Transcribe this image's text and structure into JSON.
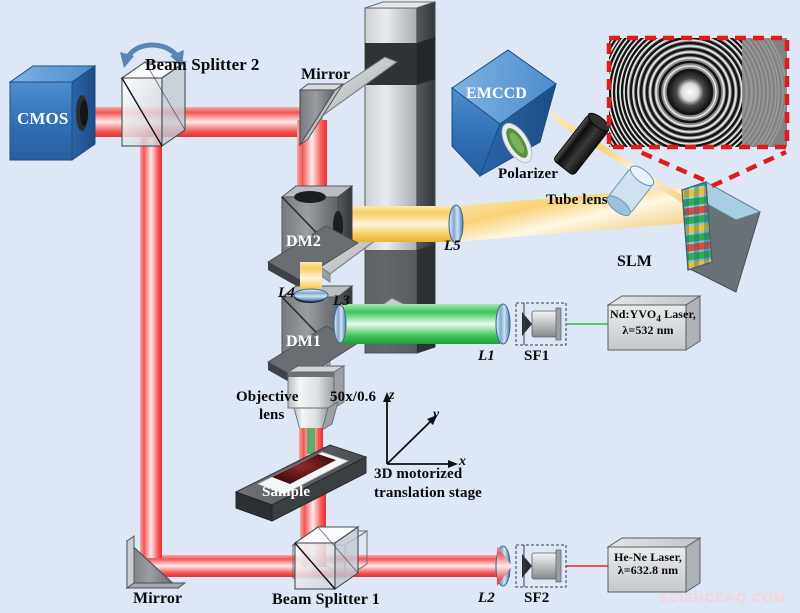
{
  "figure": {
    "title": "Optical setup schematic: dual-wavelength holographic microscope",
    "background_color": "#dee7f5",
    "watermark": "SCIENCEAQ.COM"
  },
  "components": {
    "cmos": "CMOS",
    "emccd": "EMCCD",
    "beam_splitter_2": "Beam Splitter 2",
    "beam_splitter_1": "Beam Splitter 1",
    "mirror_top": "Mirror",
    "mirror_bottom": "Mirror",
    "dm2": "DM2",
    "dm1": "DM1",
    "polarizer": "Polarizer",
    "tube_lens": "Tube lens",
    "slm": "SLM",
    "objective_lens": "Objective\nlens",
    "objective_lens_line1": "Objective",
    "objective_lens_line2": "lens",
    "objective_spec": "50x/0.6",
    "sample": "Sample",
    "stage_line1": "3D motorized",
    "stage_line2": "translation stage"
  },
  "lenses": {
    "l1": "L1",
    "l2": "L2",
    "l3": "L3",
    "l4": "L4",
    "l5": "L5"
  },
  "spatial_filters": {
    "sf1": "SF1",
    "sf2": "SF2"
  },
  "lasers": [
    {
      "id": "green-laser",
      "name": "Nd:YVO",
      "subscript": "4",
      "name_tail": " Laser,",
      "wavelength": "λ=532 nm",
      "beam_color": "#2fbb4a"
    },
    {
      "id": "red-laser",
      "name": "He-Ne Laser,",
      "subscript": "",
      "name_tail": "",
      "wavelength": "λ=632.8 nm",
      "beam_color": "#f02020"
    }
  ],
  "axes": {
    "z": "z",
    "y": "y",
    "x": "x"
  },
  "inset": {
    "name": "slm-hologram-pattern",
    "description": "Fresnel zone plate hologram displayed on SLM",
    "border_color": "#e01b1b",
    "border_style": "dashed"
  },
  "colors": {
    "background": "#dee7f5",
    "red_beam": "#f23b3b",
    "green_beam": "#3cc152",
    "yellow_beam": "#f7c54a",
    "camera_blue": "#3a7fc4",
    "metal_grey": "#8c8f93",
    "dark_grey": "#3b3f42",
    "text": "#0a0a0a"
  }
}
